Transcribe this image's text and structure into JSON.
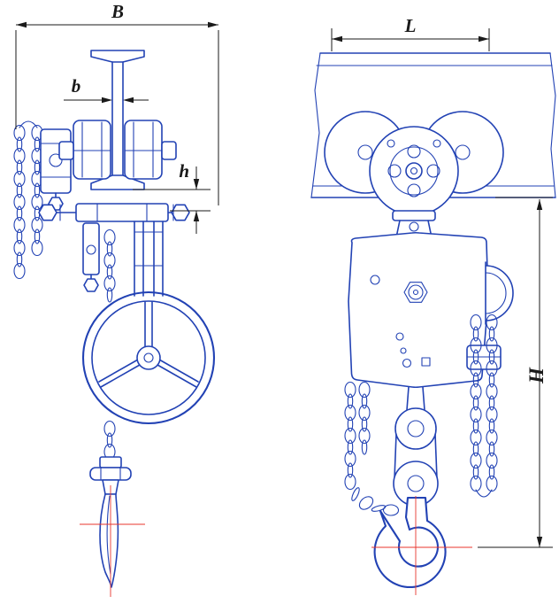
{
  "drawing": {
    "labels": {
      "B": "B",
      "b": "b",
      "h": "h",
      "L": "L",
      "H": "H"
    },
    "colors": {
      "line": "#2242b4",
      "dimension": "#1a1a1a",
      "centerline": "#e8352e",
      "background": "#ffffff"
    }
  }
}
